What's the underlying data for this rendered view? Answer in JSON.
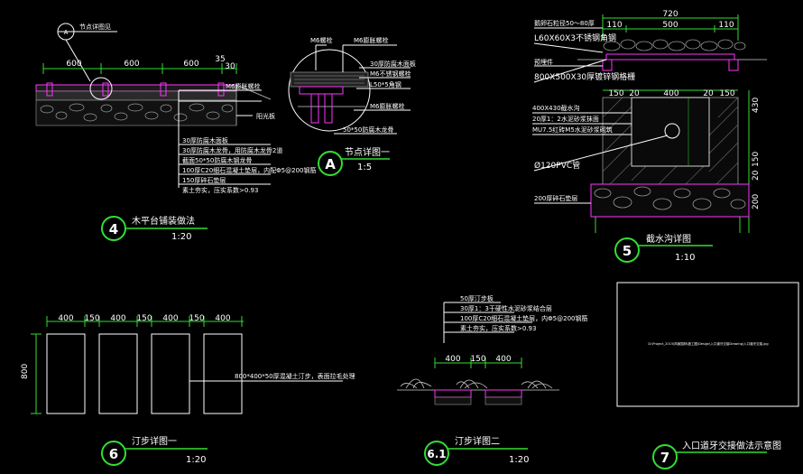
{
  "drawing4": {
    "dims": [
      "600",
      "600",
      "600",
      "35",
      "30"
    ],
    "notes": [
      "M6膨胀螺栓",
      "30厚防腐木面板",
      "30厚防腐木龙骨，用防腐木龙骨2道",
      "截面50*50防腐木钢龙骨",
      "100厚C20细石混凝土垫层，内配Φ5@200钢筋",
      "150厚碎石垫层",
      "素土夯实，压实系数>0.93"
    ],
    "callout_label": "节点详图见",
    "callout_ref": "A",
    "fixed_label": "阳光板",
    "number": "4",
    "title": "木平台铺装做法",
    "scale": "1:20"
  },
  "drawingA": {
    "notes": [
      "M6螺栓",
      "M6膨胀螺栓",
      "30厚防腐木面板",
      "M6不锈钢螺栓",
      "L50*5角钢",
      "M6膨胀螺栓",
      "50*50防腐木龙骨"
    ],
    "number": "A",
    "title": "节点详图一",
    "scale": "1:5"
  },
  "drawing5": {
    "dims_top": [
      "720",
      "110",
      "500",
      "110"
    ],
    "dims_mid": [
      "150",
      "20",
      "400",
      "20",
      "150"
    ],
    "dims_right": [
      "430",
      "150",
      "20",
      "200"
    ],
    "notes": [
      "鹅卵石粒径50～80厚",
      "L60X60X3不锈钢角钢",
      "预埋件",
      "800X500X30厚镀锌钢格栅",
      "400X430截水沟",
      "20厚1：2水泥砂浆抹面",
      "MU7.5红砖M5水泥砂浆砌筑",
      "Ø120PVC管",
      "200厚碎石垫层"
    ],
    "number": "5",
    "title": "截水沟详图",
    "scale": "1:10"
  },
  "drawing6": {
    "dims_top": [
      "400",
      "150",
      "400",
      "150",
      "400",
      "150",
      "400"
    ],
    "dim_left": "800",
    "note": "800*400*50厚混凝土汀步，表面拉毛处理",
    "number": "6",
    "title": "汀步详图一",
    "scale": "1:20"
  },
  "drawing61": {
    "notes": [
      "50厚汀步板",
      "30厚1：3干硬性水泥砂浆结合层",
      "100厚C20细石混凝土垫层，内Φ5@200钢筋",
      "素土夯实，压实系数>0.93"
    ],
    "dims": [
      "400",
      "150",
      "400"
    ],
    "number": "6.1",
    "title": "汀步详图二",
    "scale": "1:20"
  },
  "drawing7": {
    "image_caption": "D:\\Project_2015\\风景园林\\施工图\\Design\\入口道牙交接Drawing\\入口道牙交接.jpg",
    "number": "7",
    "title": "入口道牙交接做法示意图"
  },
  "colors": {
    "background": "#000000",
    "dimension_lines": "#33dd33",
    "members": "#ff33ff",
    "hatch": "#9a9a9a",
    "text": "#ffffff"
  }
}
